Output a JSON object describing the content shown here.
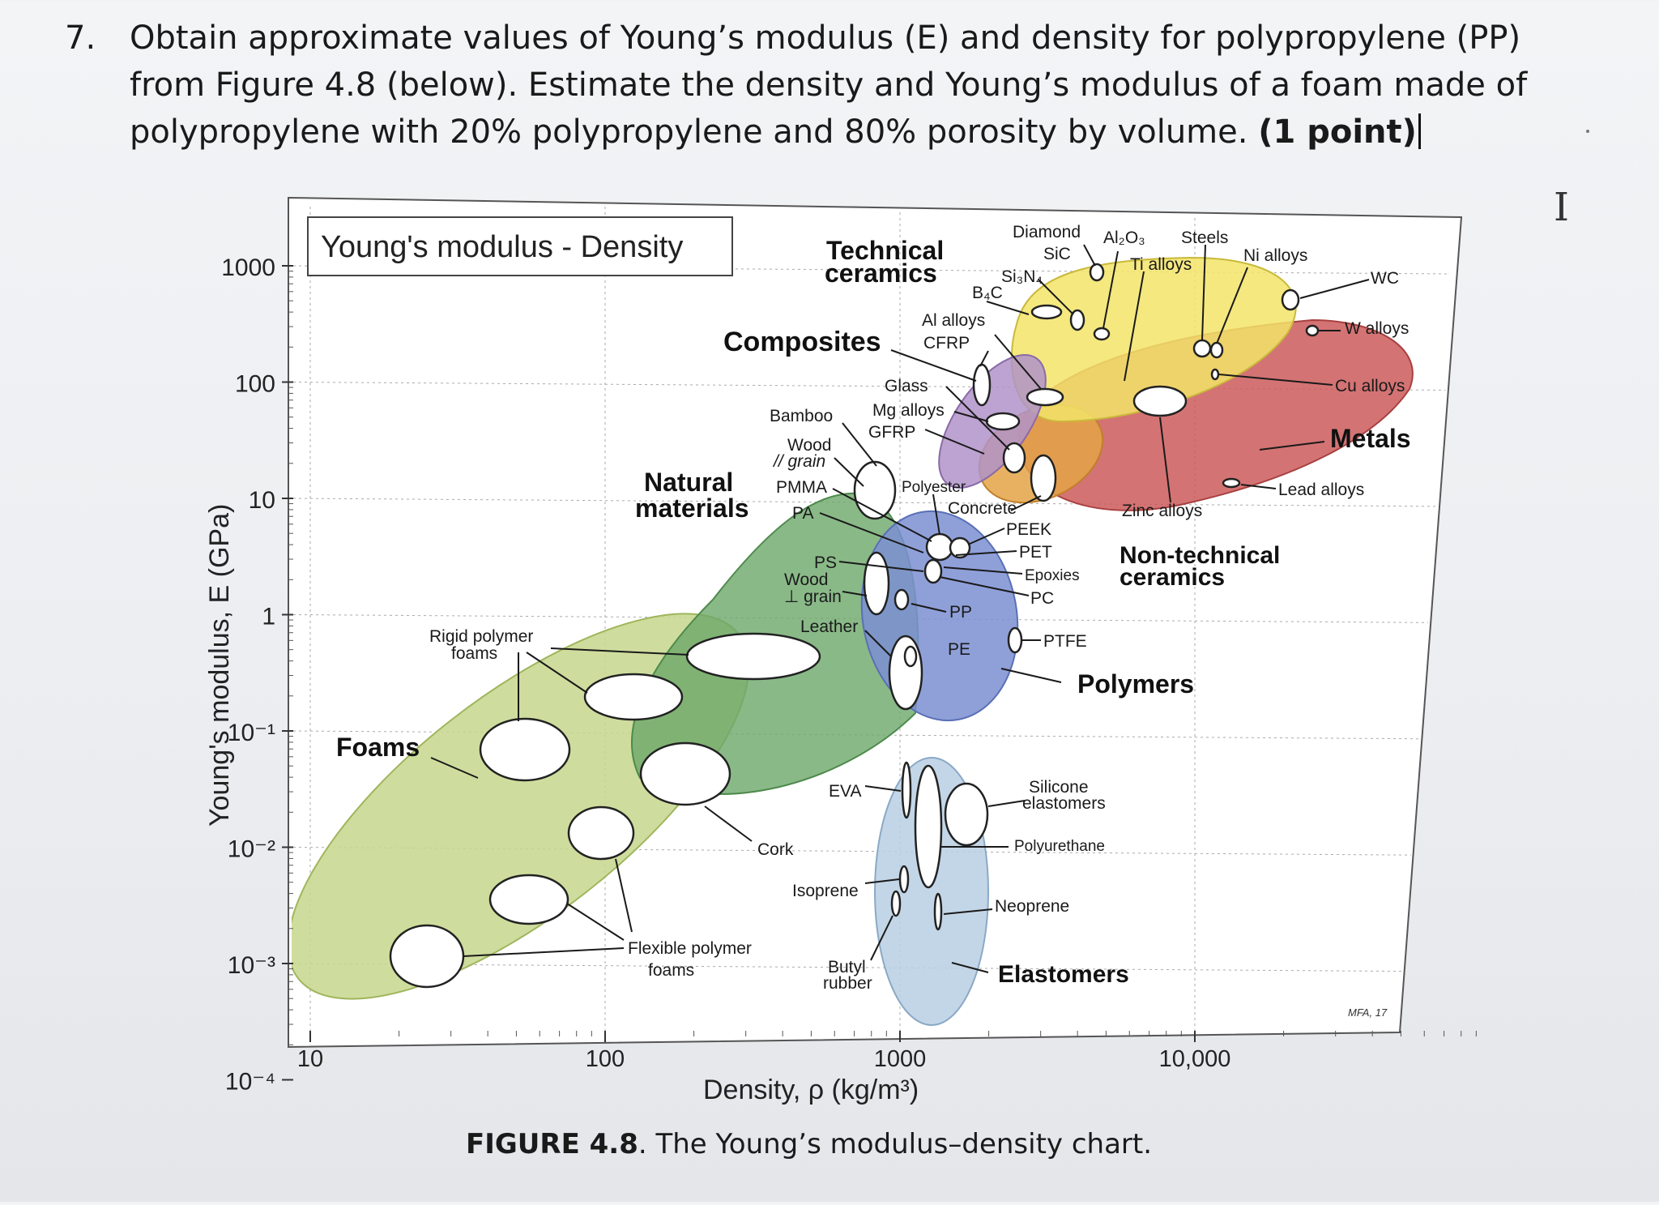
{
  "question": {
    "number": "7.",
    "text": "Obtain approximate values of Young’s modulus (E) and density for polypropylene (PP) from Figure 4.8 (below). Estimate the density and Young’s modulus of a foam made of polypropylene with 20% polypropylene and 80% porosity by volume.",
    "points": "(1 point)"
  },
  "figure": {
    "caption_label": "FIGURE 4.8",
    "caption_text": ". The Young’s modulus–density chart."
  },
  "chart_data": {
    "type": "scatter",
    "title": "Young's modulus - Density",
    "xlabel": "Density, ρ (kg/m³)",
    "ylabel": "Young's modulus, E (GPa)",
    "xscale": "log",
    "yscale": "log",
    "xlim": [
      10,
      40000
    ],
    "ylim": [
      0.0001,
      3000
    ],
    "xticks": [
      "10",
      "100",
      "1000",
      "10,000"
    ],
    "yticks": [
      "1000",
      "100",
      "10",
      "1",
      "10⁻¹",
      "10⁻²",
      "10⁻³",
      "10⁻⁴"
    ],
    "credit": "MFA, 17",
    "families": [
      {
        "name": "Foams",
        "color": "#c8d88a"
      },
      {
        "name": "Natural materials",
        "color": "#74ad6e"
      },
      {
        "name": "Composites",
        "color": "#b596c8"
      },
      {
        "name": "Technical ceramics",
        "color": "#f2e56a"
      },
      {
        "name": "Non-technical ceramics",
        "color": "#e0a040"
      },
      {
        "name": "Metals",
        "color": "#cd5a5a"
      },
      {
        "name": "Polymers",
        "color": "#7f92d0"
      },
      {
        "name": "Elastomers",
        "color": "#b9cfe3"
      }
    ],
    "labels": {
      "foams": "Foams",
      "natural": [
        "Natural",
        "materials"
      ],
      "composites": "Composites",
      "tech_ceramics": [
        "Technical",
        "ceramics"
      ],
      "nontech_ceramics": [
        "Non-technical",
        "ceramics"
      ],
      "metals": "Metals",
      "polymers": "Polymers",
      "elastomers": "Elastomers",
      "rigid_foams": [
        "Rigid polymer",
        "foams"
      ],
      "flexible_foams": [
        "Flexible polymer",
        "foams"
      ],
      "cork": "Cork",
      "bamboo": "Bamboo",
      "wood_par": [
        "Wood",
        "// grain"
      ],
      "wood_perp": [
        "Wood",
        "⊥ grain"
      ],
      "pmma": "PMMA",
      "pa": "PA",
      "ps": "PS",
      "leather": "Leather",
      "pp": "PP",
      "pe": "PE",
      "ptfe": "PTFE",
      "peek": "PEEK",
      "pet": "PET",
      "epoxies": "Epoxies",
      "pc": "PC",
      "polyester": "Polyester",
      "concrete": "Concrete",
      "glass": "Glass",
      "mg_alloys": "Mg alloys",
      "gfrp": "GFRP",
      "al_alloys": "Al alloys",
      "cfrp": "CFRP",
      "diamond": "Diamond",
      "sic": "SiC",
      "si3n4": "Si₃N₄",
      "b4c": "B₄C",
      "al2o3": "Al₂O₃",
      "steels": "Steels",
      "ti_alloys": "Ti alloys",
      "ni_alloys": "Ni alloys",
      "wc": "WC",
      "w_alloys": "W alloys",
      "cu_alloys": "Cu alloys",
      "lead_alloys": "Lead alloys",
      "zinc_alloys": "Zinc alloys",
      "eva": "EVA",
      "isoprene": "Isoprene",
      "butyl": [
        "Butyl",
        "rubber"
      ],
      "silicone": [
        "Silicone",
        "elastomers"
      ],
      "polyurethane": "Polyurethane",
      "neoprene": "Neoprene"
    },
    "points": [
      {
        "name": "PP",
        "density": 900,
        "modulus": 1.2
      },
      {
        "name": "PE",
        "density": 950,
        "modulus": 0.8
      },
      {
        "name": "PTFE",
        "density": 2200,
        "modulus": 0.5
      },
      {
        "name": "Steels",
        "density": 7800,
        "modulus": 200
      },
      {
        "name": "Al alloys",
        "density": 2700,
        "modulus": 70
      },
      {
        "name": "WC",
        "density": 15500,
        "modulus": 600
      },
      {
        "name": "Lead alloys",
        "density": 11000,
        "modulus": 15
      }
    ]
  }
}
